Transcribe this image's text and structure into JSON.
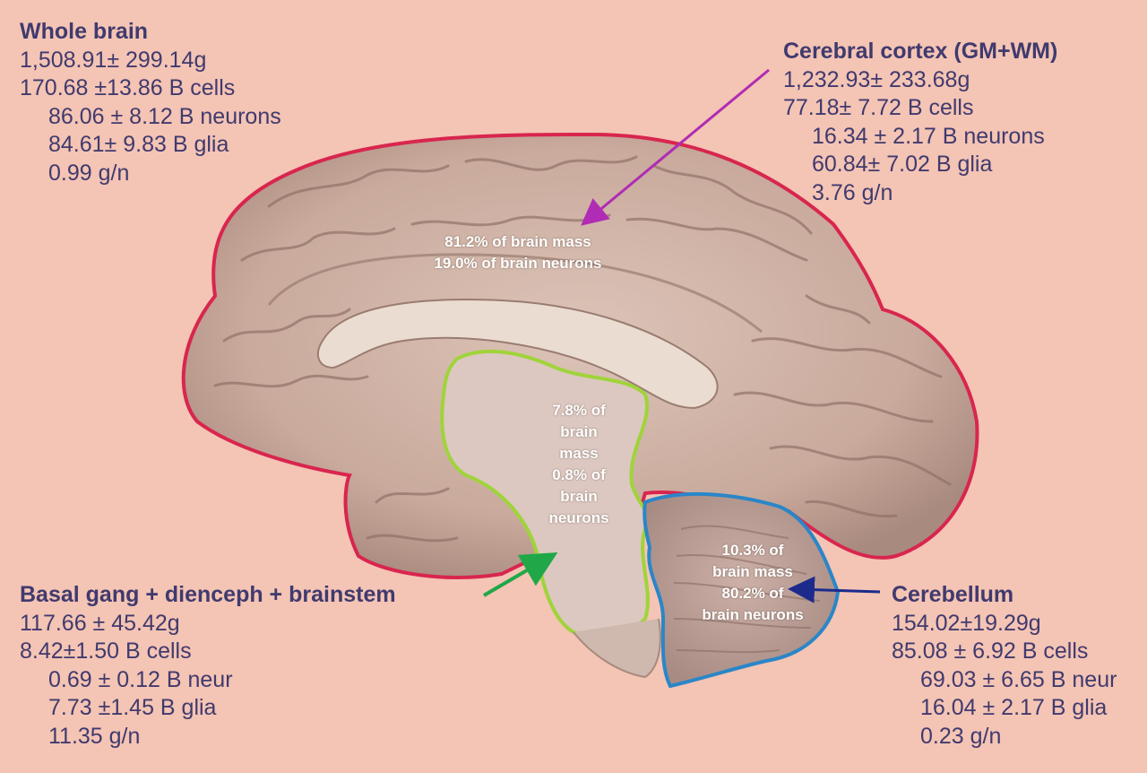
{
  "whole_brain": {
    "title": "Whole brain",
    "mass": "1,508.91± 299.14g",
    "cells": "170.68 ±13.86 B cells",
    "neurons": "86.06 ± 8.12 B neurons",
    "glia": "84.61± 9.83 B glia",
    "ratio": "0.99 g/n"
  },
  "cerebral_cortex": {
    "title": "Cerebral cortex (GM+WM)",
    "mass": "1,232.93± 233.68g",
    "cells": "77.18± 7.72 B cells",
    "neurons": "16.34 ± 2.17 B neurons",
    "glia": "60.84± 7.02 B glia",
    "ratio": "3.76 g/n",
    "pct_mass": "81.2% of brain mass",
    "pct_neurons": "19.0% of brain neurons",
    "outline_color": "#d8264e",
    "arrow_color": "#b02cb4"
  },
  "basal_ganglia": {
    "title": "Basal gang + dienceph + brainstem",
    "mass": "117.66 ± 45.42g",
    "cells": "8.42±1.50 B cells",
    "neurons": "0.69 ± 0.12 B neur",
    "glia": "7.73 ±1.45 B glia",
    "ratio": "11.35 g/n",
    "pct_lines": [
      "7.8% of",
      "brain",
      "mass",
      "0.8% of",
      "brain",
      "neurons"
    ],
    "outline_color": "#9fd43a",
    "arrow_color": "#20a848"
  },
  "cerebellum": {
    "title": "Cerebellum",
    "mass": "154.02±19.29g",
    "cells": "85.08 ± 6.92 B cells",
    "neurons": "69.03 ± 6.65 B neur",
    "glia": "16.04 ± 2.17 B glia",
    "ratio": "0.23 g/n",
    "pct_lines": [
      "10.3% of",
      "brain mass",
      "80.2% of",
      "brain neurons"
    ],
    "outline_color": "#2a86c8",
    "arrow_color": "#1c2a8c"
  }
}
